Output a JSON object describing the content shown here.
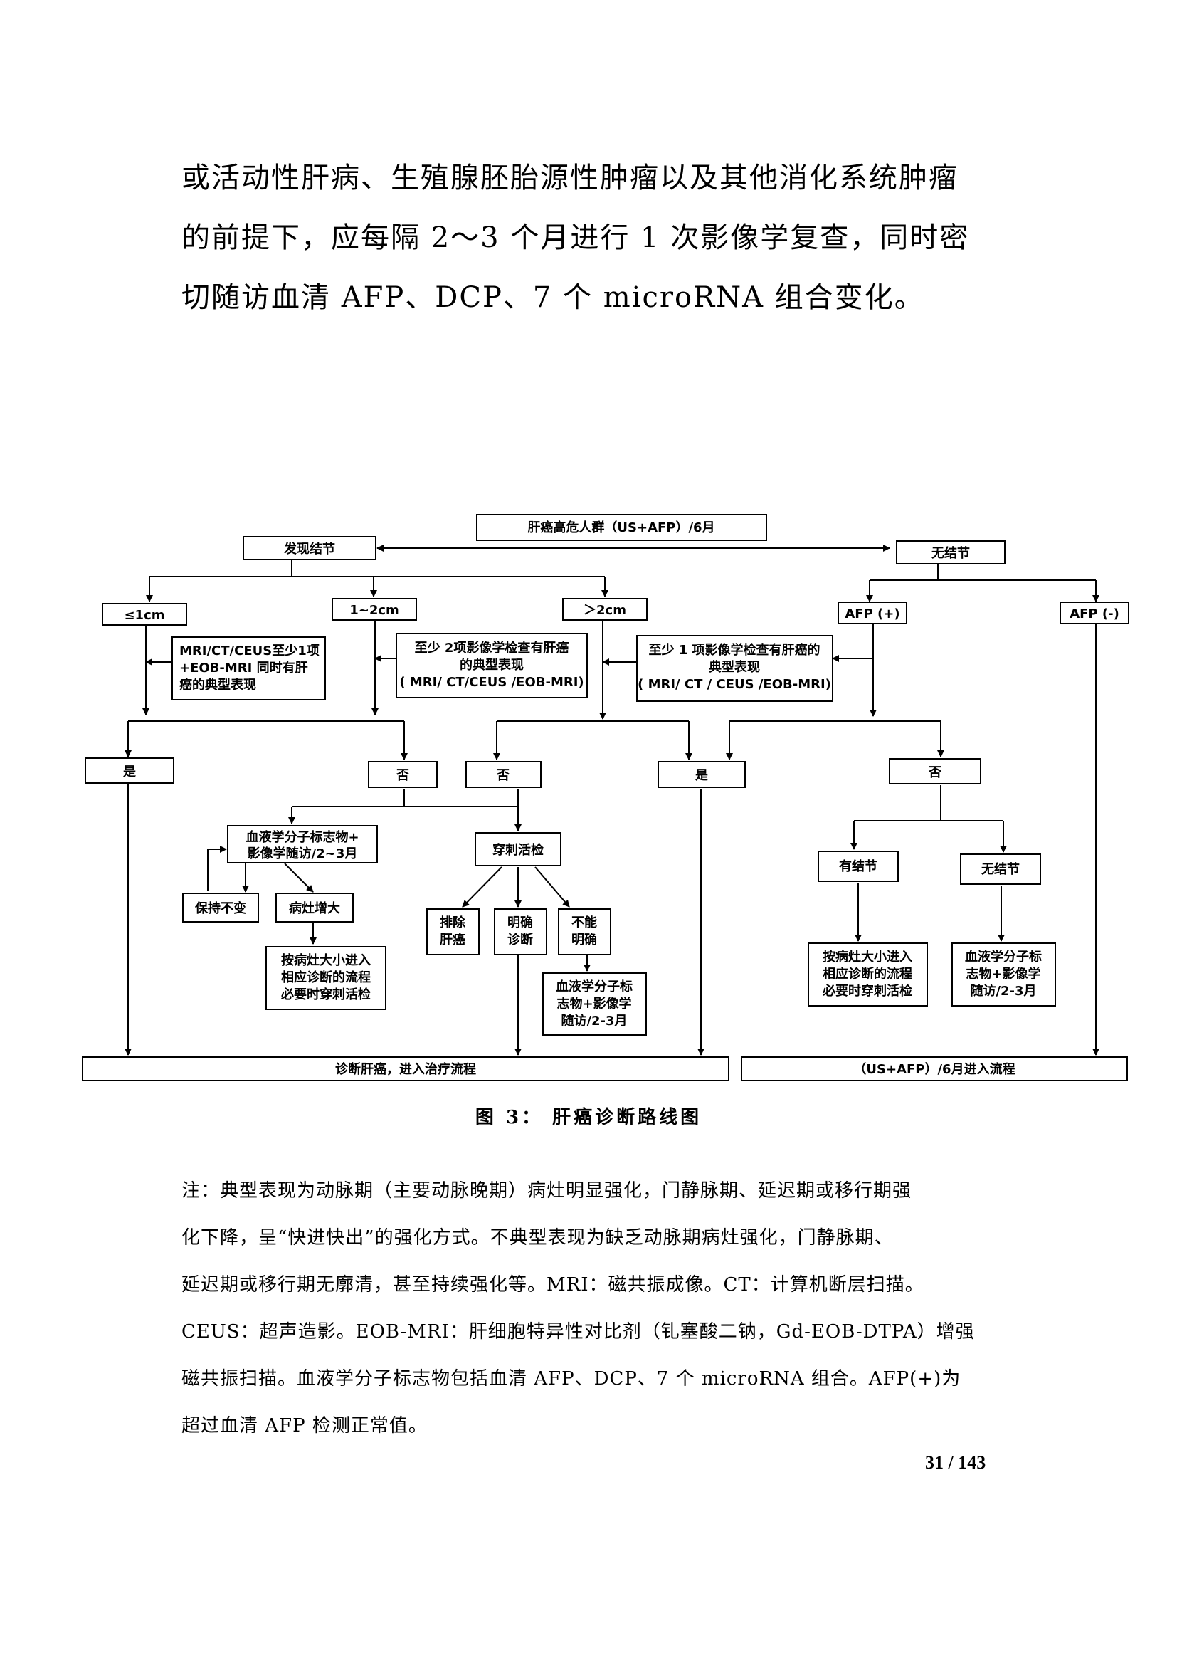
{
  "intro": [
    "或活动性肝病、生殖腺胚胎源性肿瘤以及其他消化系统肿瘤",
    "的前提下，应每隔 2～3 个月进行 1 次影像学复查，同时密",
    "切随访血清 AFP、DCP、7 个 microRNA 组合变化。"
  ],
  "flowchart": {
    "top": "肝癌高危人群（US+AFP）/6月",
    "found_nodule": "发现结节",
    "no_nodule": "无结节",
    "size_le1": "≤1cm",
    "size_1to2": "1~2cm",
    "size_gt2": "＞2cm",
    "afp_pos": "AFP (+)",
    "afp_neg": "AFP (-)",
    "crit_le1": [
      "MRI/CT/CEUS至少1项",
      "+EOB-MRI 同时有肝",
      "癌的典型表现"
    ],
    "crit_1to2": [
      "至少 2项影像学检查有肝癌",
      "的典型表现",
      "( MRI/ CT/CEUS /EOB-MRI)"
    ],
    "crit_gt2": [
      "至少 1 项影像学检查有肝癌的",
      "典型表现",
      "( MRI/ CT / CEUS /EOB-MRI)"
    ],
    "yes": "是",
    "no": "否",
    "followup": [
      "血液学分子标志物+",
      "影像学随访/2~3月"
    ],
    "stable": "保持不变",
    "enlarged": "病灶增大",
    "by_size": [
      "按病灶大小进入",
      "相应诊断的流程",
      "必要时穿刺活检"
    ],
    "biopsy": "穿刺活检",
    "exclude": [
      "排除",
      "肝癌"
    ],
    "confirmed": [
      "明确",
      "诊断"
    ],
    "unclear": [
      "不能",
      "明确"
    ],
    "followup2": [
      "血液学分子标",
      "志物+影像学",
      "随访/2-3月"
    ],
    "has_nodule": "有结节",
    "diagnose": "诊断肝癌，进入治疗流程",
    "reenter": "（US+AFP）/6月进入流程"
  },
  "caption": "图 3：  肝癌诊断路线图",
  "note": [
    "注：典型表现为动脉期（主要动脉晚期）病灶明显强化，门静脉期、延迟期或移行期强",
    "化下降，呈“快进快出”的强化方式。不典型表现为缺乏动脉期病灶强化，门静脉期、",
    "延迟期或移行期无廓清，甚至持续强化等。MRI：磁共振成像。CT：计算机断层扫描。",
    "CEUS：超声造影。EOB-MRI：肝细胞特异性对比剂（钆塞酸二钠，Gd-EOB-DTPA）增强",
    "磁共振扫描。血液学分子标志物包括血清 AFP、DCP、7 个 microRNA 组合。AFP(+)为",
    "超过血清 AFP 检测正常值。"
  ],
  "page_number": "31 / 143"
}
